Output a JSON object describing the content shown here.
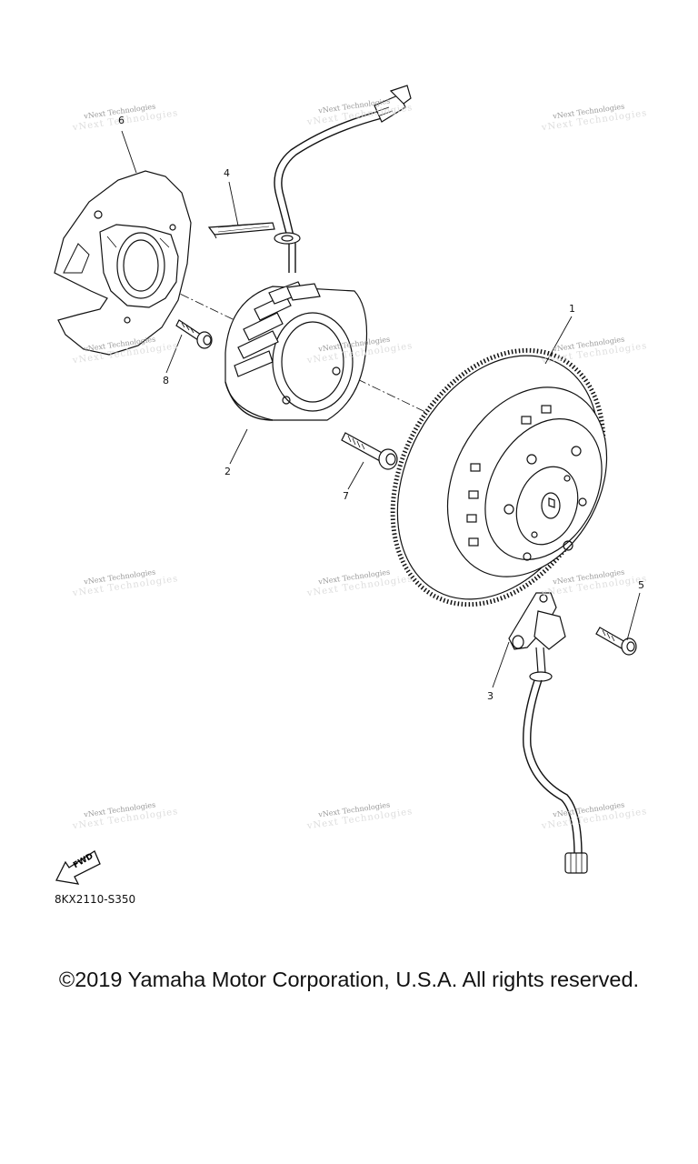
{
  "watermark_text": "vNext Technologies",
  "callouts": {
    "c1": "1",
    "c2": "2",
    "c3": "3",
    "c4": "4",
    "c5": "5",
    "c6": "6",
    "c7": "7",
    "c8": "8"
  },
  "fwd_label": "FWD",
  "diagram_code": "8KX2110-S350",
  "copyright": "©2019 Yamaha Motor Corporation, U.S.A. All rights reserved."
}
